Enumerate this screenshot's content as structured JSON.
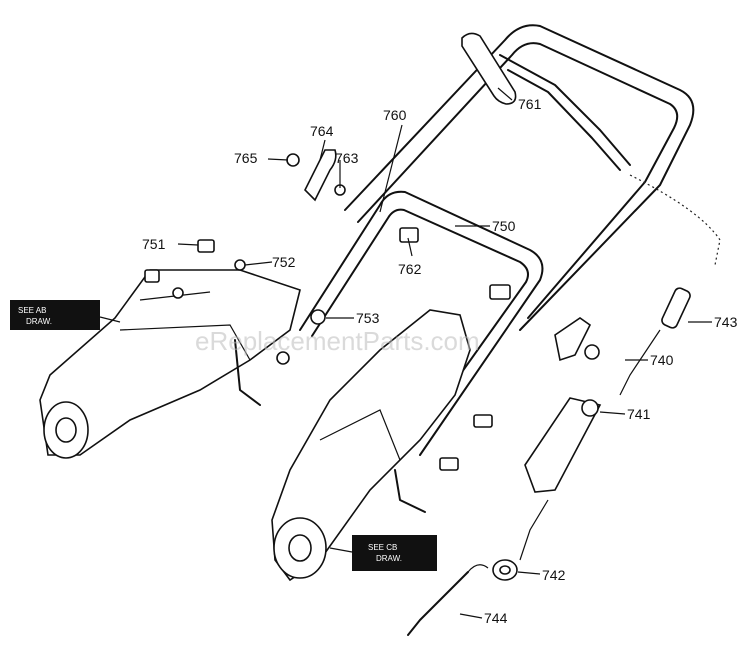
{
  "watermark": "eReplacementParts.com",
  "callouts": [
    {
      "id": "761a",
      "text": "761"
    },
    {
      "id": "760",
      "text": "760"
    },
    {
      "id": "764",
      "text": "764"
    },
    {
      "id": "765",
      "text": "765"
    },
    {
      "id": "763",
      "text": "763"
    },
    {
      "id": "750",
      "text": "750"
    },
    {
      "id": "751",
      "text": "751"
    },
    {
      "id": "752",
      "text": "752"
    },
    {
      "id": "762",
      "text": "762"
    },
    {
      "id": "753",
      "text": "753"
    },
    {
      "id": "743",
      "text": "743"
    },
    {
      "id": "740",
      "text": "740"
    },
    {
      "id": "741",
      "text": "741"
    },
    {
      "id": "742",
      "text": "742"
    },
    {
      "id": "744",
      "text": "744"
    }
  ],
  "notes": [
    {
      "line1": "SEE AB",
      "line2": "DRAW."
    },
    {
      "line1": "SEE CB",
      "line2": "DRAW."
    }
  ]
}
